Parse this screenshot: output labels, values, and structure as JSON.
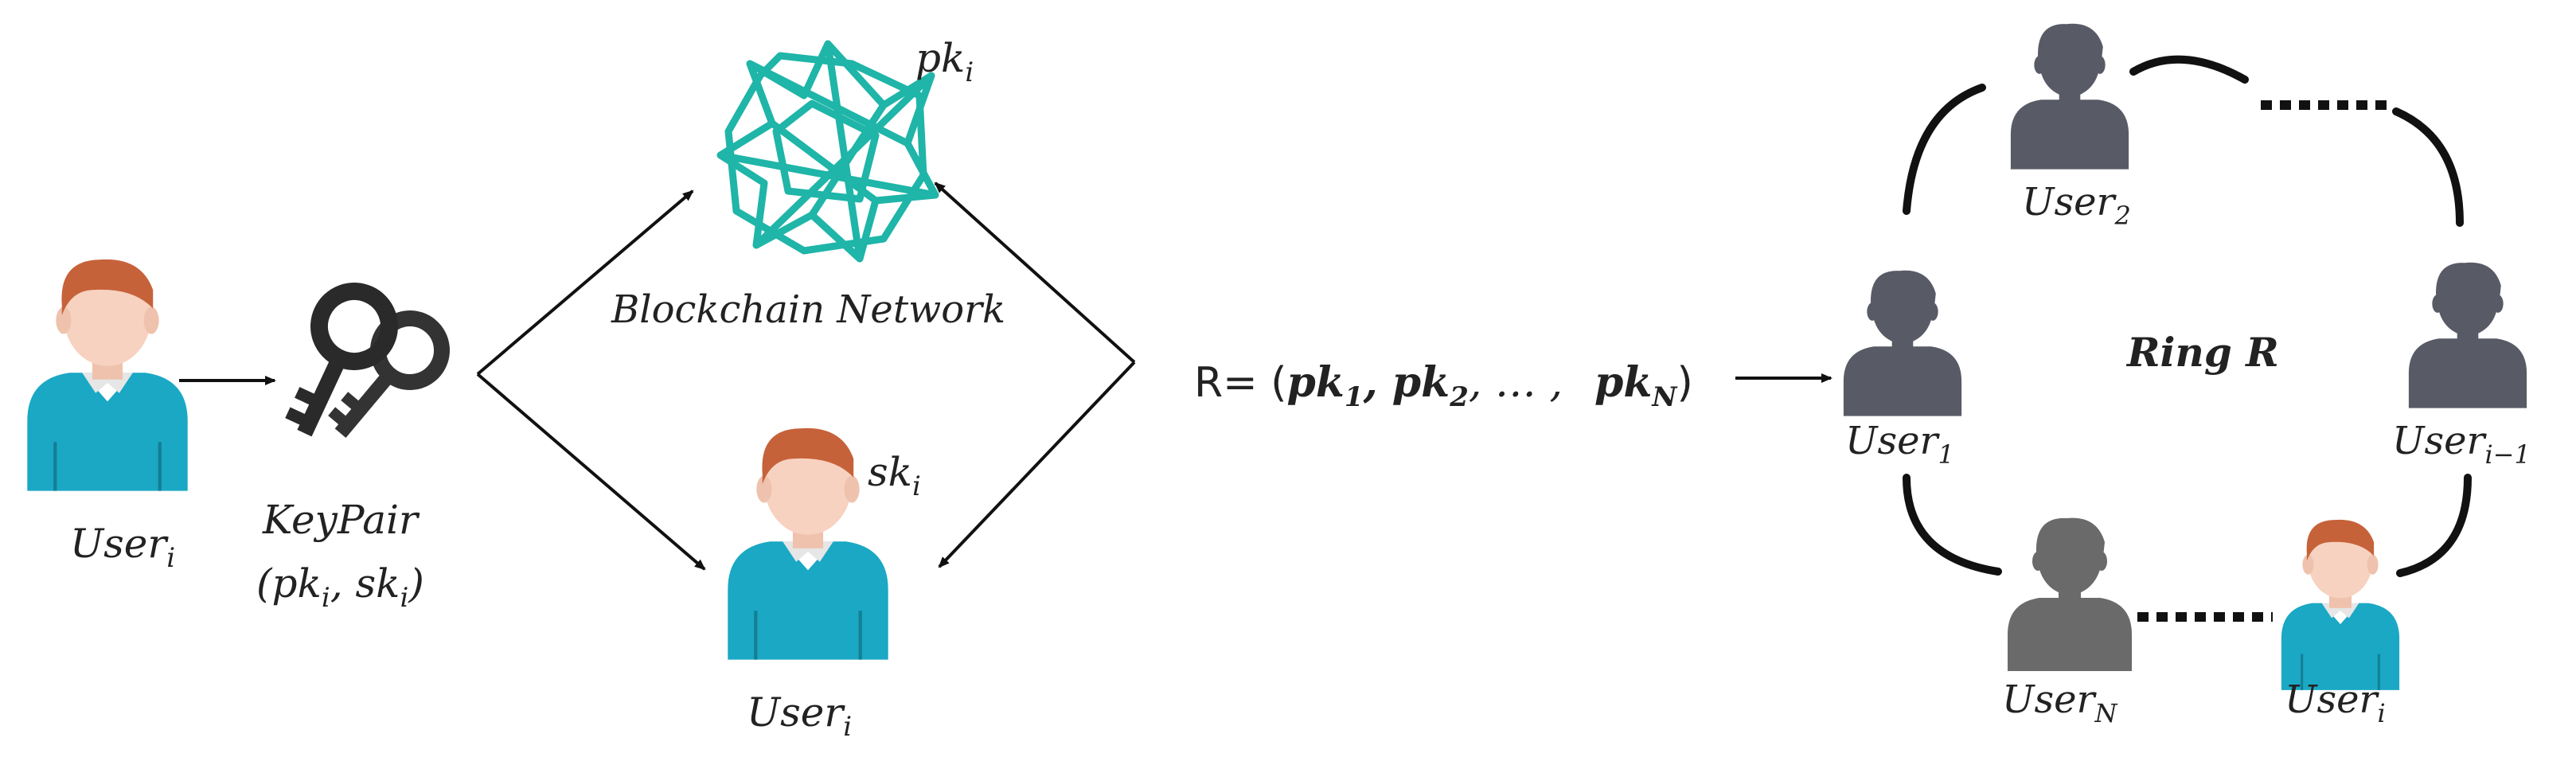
{
  "labels": {
    "user_i_left": "User",
    "user_i_left_sub": "i",
    "keypair": "KeyPair",
    "keypair_pair_open": "(pk",
    "keypair_pair_sub1": "i",
    "keypair_pair_mid": ", sk",
    "keypair_pair_sub2": "i",
    "keypair_pair_close": ")",
    "blockchain_network": "Blockchain Network",
    "pk_i": "pk",
    "pk_i_sub": "i",
    "sk_i": "sk",
    "sk_i_sub": "i",
    "user_i_center": "User",
    "user_i_center_sub": "i",
    "ring_set_prefix": "R= (",
    "ring_set_pk1": "pk",
    "ring_set_pk1_sub": "1",
    "ring_set_pk2": ", pk",
    "ring_set_pk2_sub": "2",
    "ring_set_dots": ", … ,",
    "ring_set_pkn": "pk",
    "ring_set_pkn_sub": "N",
    "ring_set_close": ")",
    "ring_r": "Ring R",
    "user_2": "User",
    "user_2_sub": "2",
    "user_1": "User",
    "user_1_sub": "1",
    "user_i_minus_1": "User",
    "user_i_minus_1_sub": "i−1",
    "user_n": "User",
    "user_n_sub": "N",
    "user_i_ring": "User",
    "user_i_ring_sub": "i"
  },
  "colors": {
    "skin": "#f7d2c0",
    "hair": "#c6623a",
    "shirt": "#1aa8c4",
    "collar": "#ffffff",
    "network": "#1fb5a8",
    "ring_user": "#585b66",
    "ring_user_n": "#6a6a6a",
    "arrow": "#111111",
    "key": "#333333"
  },
  "icons": {
    "user_left": "user-icon",
    "keypair": "keys-icon",
    "network": "blockchain-network-icon",
    "user_center": "user-icon",
    "ring_users": "user-silhouette-icon"
  }
}
